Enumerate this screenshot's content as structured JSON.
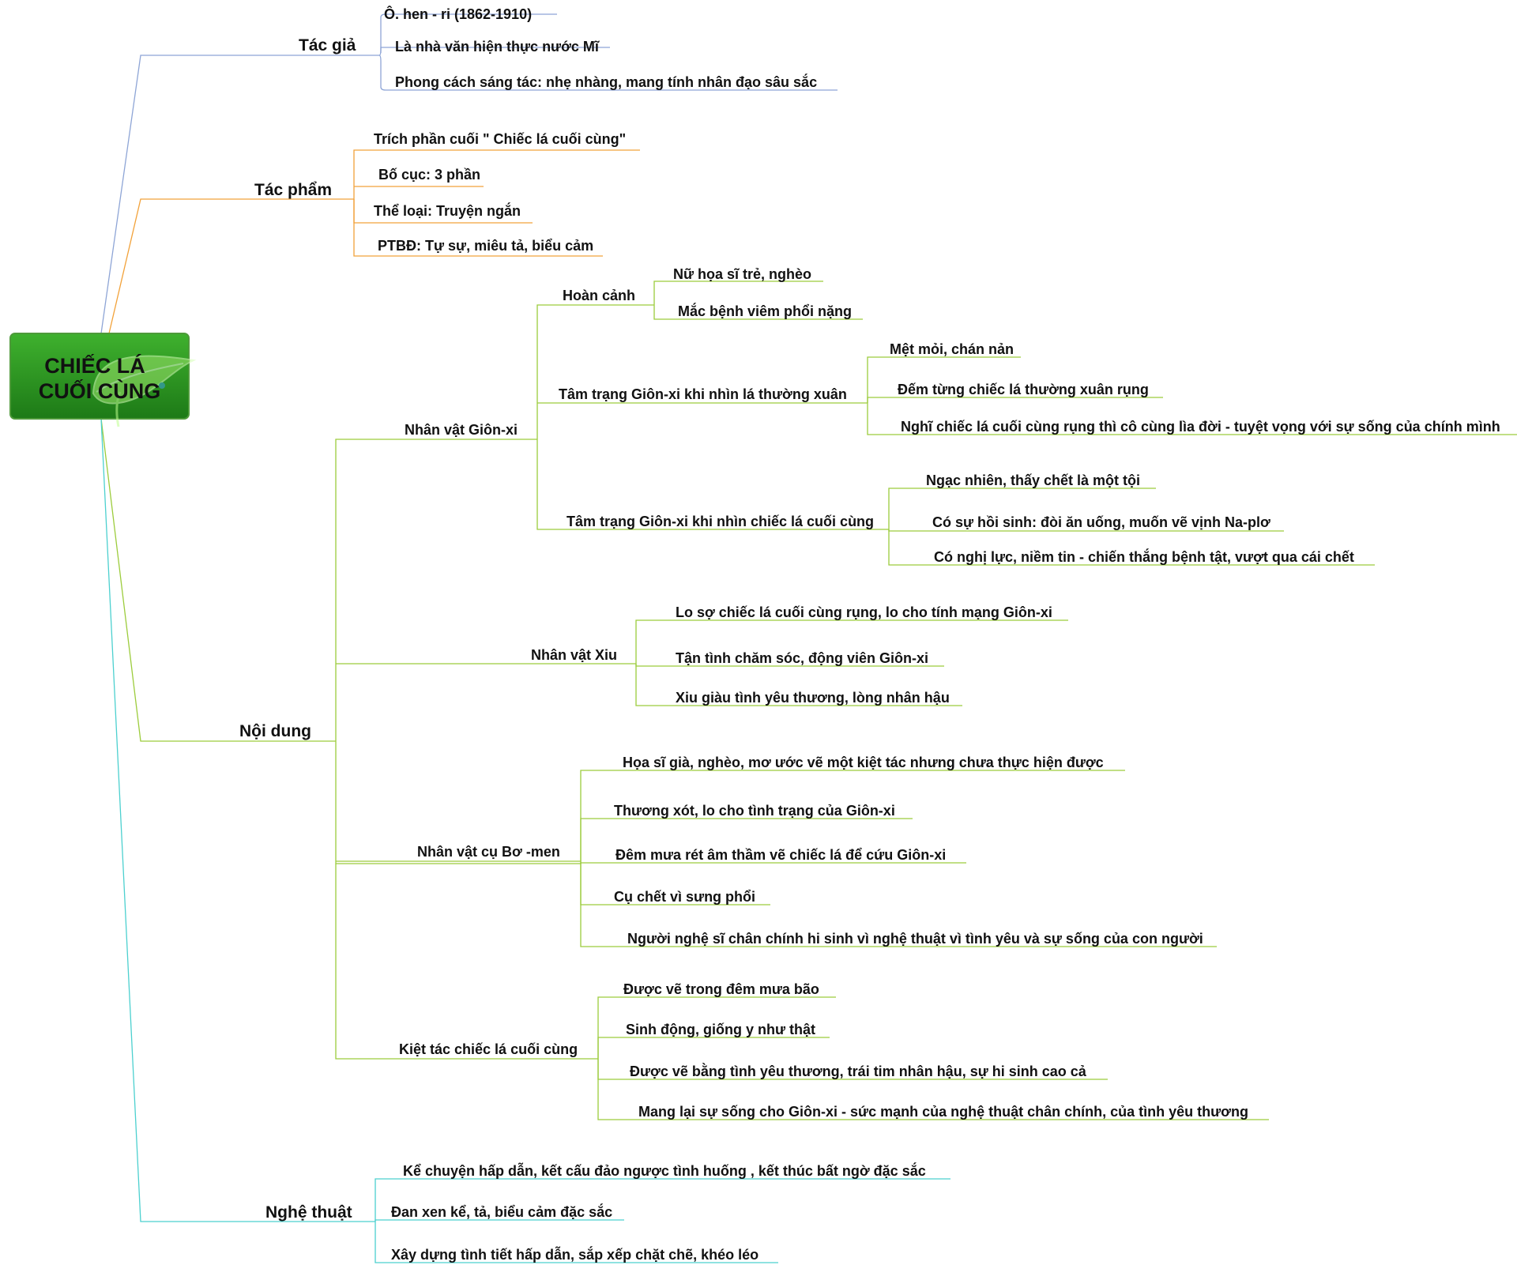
{
  "colors": {
    "author": "#8ea5d6",
    "work": "#f2a23a",
    "content": "#9ccc3c",
    "art": "#4cd0cf",
    "root_top": "#3fb12e",
    "root_bottom": "#1d7a17",
    "root_border": "#4e9a3a"
  },
  "root": {
    "line1": "CHIẾC LÁ",
    "line2": "CUỐI CÙNG",
    "icon": "leaf-icon"
  },
  "author": {
    "label": "Tác giả",
    "items": [
      "Ô. hen - ri (1862-1910)",
      "Là nhà văn hiện thực nước Mĩ",
      "Phong cách sáng tác: nhẹ nhàng, mang tính nhân đạo sâu sắc"
    ]
  },
  "work": {
    "label": "Tác phẩm",
    "items": [
      "Trích phần cuối \" Chiếc lá cuối cùng\"",
      "Bố cục: 3 phần",
      "Thể loại: Truyện ngắn",
      "PTBĐ: Tự sự, miêu tả, biểu cảm"
    ]
  },
  "content": {
    "label": "Nội dung",
    "johnsy": {
      "label": "Nhân vật Giôn-xi",
      "circumstance": {
        "label": "Hoàn cảnh",
        "items": [
          "Nữ họa sĩ trẻ, nghèo",
          "Mắc bệnh viêm phổi nặng"
        ]
      },
      "mood_ivy": {
        "label": "Tâm trạng Giôn-xi khi nhìn lá thường xuân",
        "items": [
          "Mệt mỏi, chán nản",
          "Đếm từng chiếc lá thường xuân rụng",
          "Nghĩ chiếc lá cuối cùng rụng thì cô cùng lìa đời - tuyệt vọng với sự sống của chính mình"
        ]
      },
      "mood_last_leaf": {
        "label": "Tâm trạng Giôn-xi khi nhìn chiếc lá cuối cùng",
        "items": [
          "Ngạc nhiên, thấy chết là một tội",
          "Có sự hồi sinh: đòi ăn uống, muốn vẽ vịnh Na-plơ",
          "Có nghị lực, niềm tin - chiến thắng bệnh tật, vượt qua cái chết"
        ]
      }
    },
    "sue": {
      "label": "Nhân vật Xiu",
      "items": [
        "Lo sợ chiếc lá cuối cùng rụng, lo cho tính mạng Giôn-xi",
        "Tận tình chăm sóc, động viên Giôn-xi",
        "Xiu giàu tình yêu thương, lòng nhân hậu"
      ]
    },
    "behrman": {
      "label": "Nhân vật cụ Bơ -men",
      "items": [
        "Họa sĩ già, nghèo, mơ ước vẽ một kiệt tác nhưng chưa thực hiện được",
        "Thương xót, lo cho tình trạng của Giôn-xi",
        "Đêm mưa rét âm thầm vẽ chiếc lá để cứu Giôn-xi",
        "Cụ chết vì sưng phổi",
        "Người nghệ sĩ chân chính hi sinh vì nghệ thuật vì tình yêu và sự sống của con người"
      ]
    },
    "masterpiece": {
      "label": "Kiệt tác chiếc lá cuối cùng",
      "items": [
        "Được vẽ trong đêm mưa bão",
        "Sinh động, giống y như thật",
        "Được vẽ bằng tình yêu thương, trái tim nhân hậu, sự hi sinh cao cả",
        "Mang lại sự sống cho Giôn-xi - sức mạnh của nghệ thuật chân chính, của tình yêu thương"
      ]
    }
  },
  "art": {
    "label": "Nghệ thuật",
    "items": [
      "Kể chuyện hấp dẫn, kết cấu đảo ngược tình huống , kết thúc bất ngờ đặc sắc",
      "Đan xen kể, tả, biểu cảm đặc sắc",
      "Xây dựng tình tiết hấp dẫn, sắp xếp chặt chẽ, khéo léo"
    ]
  }
}
